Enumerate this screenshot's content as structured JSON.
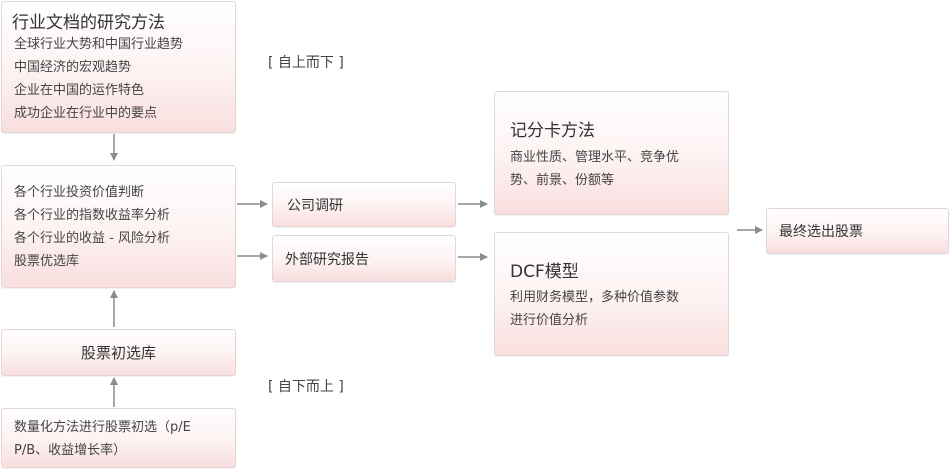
{
  "research_methods": {
    "title": "行业文档的研究方法",
    "lines": [
      "全球行业大势和中国行业趋势",
      "中国经济的宏观趋势",
      "企业在中国的运作特色",
      "成功企业在行业中的要点"
    ]
  },
  "top_down_label": "[ 自上而下 ]",
  "industry_analysis": {
    "lines": [
      "各个行业投资价值判断",
      "各个行业的指数收益率分析",
      "各个行业的收益 - 风险分析",
      "股票优选库"
    ]
  },
  "initial_pool": {
    "label": "股票初选库"
  },
  "bottom_up_label": "[ 自下而上 ]",
  "quant_screen": {
    "lines": [
      "数量化方法进行股票初选（p/E",
      "P/B、收益增长率）"
    ]
  },
  "company_research": {
    "label": "公司调研"
  },
  "external_reports": {
    "label": "外部研究报告"
  },
  "scorecard": {
    "title": "记分卡方法",
    "lines": [
      "商业性质、管理水平、竞争优",
      "势、前景、份额等"
    ]
  },
  "dcf": {
    "title": "DCF模型",
    "lines": [
      "利用财务模型，多种价值参数",
      "进行价值分析"
    ]
  },
  "final_selection": {
    "label": "最终选出股票"
  },
  "colors": {
    "arrow": "#8c8c8c",
    "box_border": "#e4d6d6",
    "box_fill_bottom": "#f9dede"
  }
}
